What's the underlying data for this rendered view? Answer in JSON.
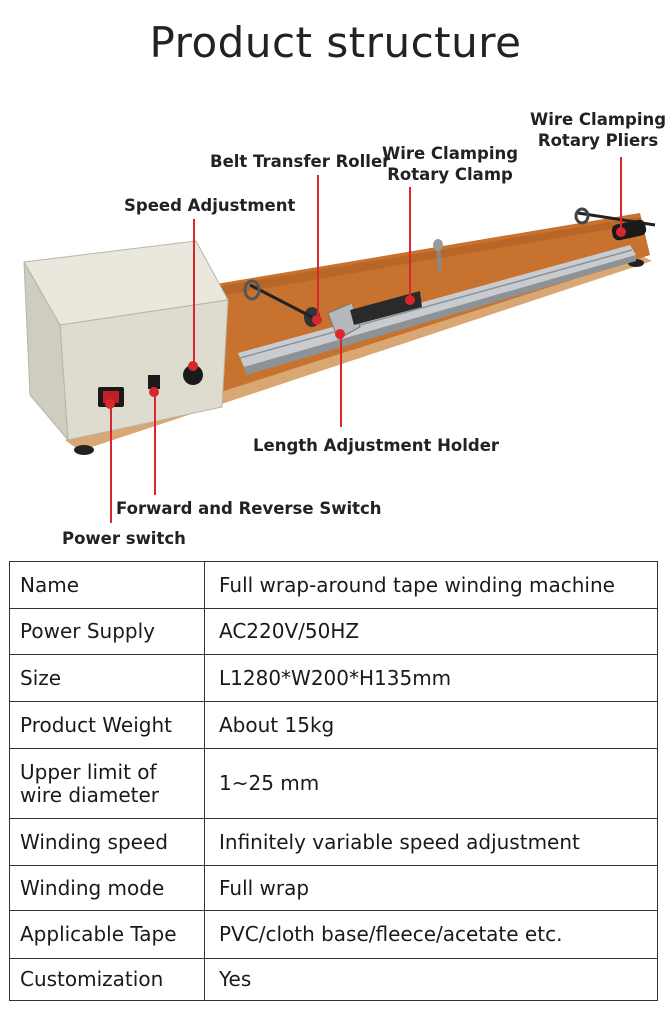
{
  "title": "Product structure",
  "callouts": {
    "wire_clamping_rotary_pliers": "Wire Clamping\nRotary Pliers",
    "wire_clamping_rotary_clamp": "Wire Clamping\nRotary Clamp",
    "belt_transfer_roller": "Belt Transfer Roller",
    "speed_adjustment": "Speed Adjustment",
    "length_adjustment_holder": "Length Adjustment Holder",
    "forward_reverse_switch": "Forward and Reverse Switch",
    "power_switch": "Power switch"
  },
  "specs": [
    {
      "name": "Name",
      "value": "Full wrap-around tape winding machine"
    },
    {
      "name": "Power Supply",
      "value": "AC220V/50HZ"
    },
    {
      "name": "Size",
      "value": "L1280*W200*H135mm"
    },
    {
      "name": "Product Weight",
      "value": "About 15kg"
    },
    {
      "name": "Upper limit of wire diameter",
      "value": "1~25 mm"
    },
    {
      "name": "Winding speed",
      "value": "Infinitely variable speed adjustment"
    },
    {
      "name": "Winding mode",
      "value": "Full wrap"
    },
    {
      "name": "Applicable Tape",
      "value": "PVC/cloth base/fleece/acetate etc."
    },
    {
      "name": "Customization",
      "value": "Yes"
    }
  ],
  "colors": {
    "leader": "#d9272e",
    "board": "#c8722f",
    "rail": "#b9bdc2",
    "box": "#e4e1d6"
  }
}
